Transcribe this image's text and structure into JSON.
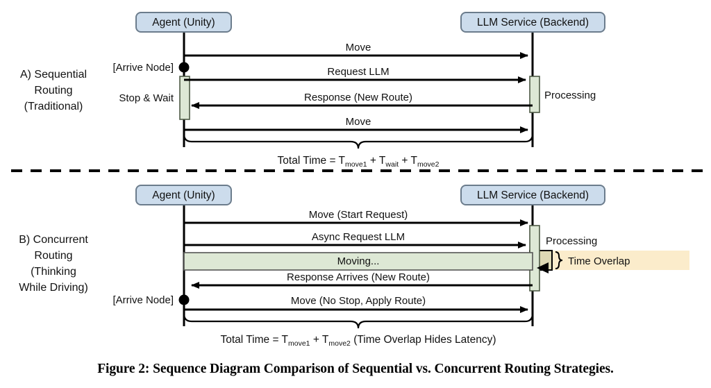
{
  "figure": {
    "caption": "Figure 2: Sequence Diagram Comparison of Sequential vs. Concurrent Routing Strategies."
  },
  "colors": {
    "actor_fill": "#ccdcec",
    "actor_stroke": "#6b7c8c",
    "activation_fill": "#dde8d5",
    "activation_stroke": "#4d5a45",
    "moving_fill": "#dde8d5",
    "moving_stroke": "#555555",
    "overlap_highlight": "#fbeccb",
    "overlap_block_fill": "#ded9b4",
    "line": "#000000",
    "background": "#ffffff"
  },
  "panels": [
    {
      "id": "sequential",
      "side_label_lines": [
        "A) Sequential",
        "Routing",
        "(Traditional)"
      ],
      "actors": [
        {
          "name": "agent",
          "label": "Agent (Unity)"
        },
        {
          "name": "llm-service",
          "label": "LLM Service (Backend)"
        }
      ],
      "event_markers": [
        {
          "label": "[Arrive Node]"
        }
      ],
      "activations": [
        {
          "owner": "agent",
          "label": "Stop & Wait"
        },
        {
          "owner": "llm-service",
          "label": "Processing"
        }
      ],
      "messages": [
        {
          "label": "Move",
          "direction": "right"
        },
        {
          "label": "Request LLM",
          "direction": "right"
        },
        {
          "label": "Response (New Route)",
          "direction": "left"
        },
        {
          "label": "Move",
          "direction": "right"
        }
      ],
      "total_time": {
        "prefix": "Total Time = T",
        "terms": [
          "move1",
          "wait",
          "move2"
        ],
        "suffix": ""
      }
    },
    {
      "id": "concurrent",
      "side_label_lines": [
        "B) Concurrent",
        "Routing",
        "(Thinking",
        "While Driving)"
      ],
      "actors": [
        {
          "name": "agent",
          "label": "Agent (Unity)"
        },
        {
          "name": "llm-service",
          "label": "LLM Service (Backend)"
        }
      ],
      "event_markers": [
        {
          "label": "[Arrive Node]"
        }
      ],
      "activations": [
        {
          "owner": "llm-service",
          "label": "Processing"
        }
      ],
      "messages": [
        {
          "label": "Move (Start Request)",
          "direction": "right"
        },
        {
          "label": "Async Request LLM",
          "direction": "right"
        },
        {
          "label": "Response Arrives (New Route)",
          "direction": "left"
        },
        {
          "label": "Move (No Stop, Apply Route)",
          "direction": "right"
        }
      ],
      "state_bar": {
        "label": "Moving..."
      },
      "annotation": {
        "label": "Time Overlap"
      },
      "total_time": {
        "prefix": "Total Time = T",
        "terms": [
          "move1",
          "move2"
        ],
        "suffix": " (Time Overlap Hides Latency)"
      }
    }
  ]
}
